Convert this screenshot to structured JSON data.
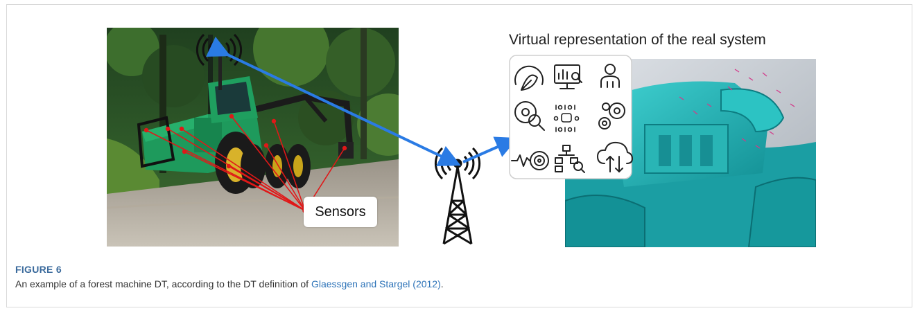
{
  "figure": {
    "heading": "Virtual representation of the real system",
    "sensors_label": "Sensors",
    "caption_label": "FIGURE 6",
    "caption_before": "An example of a forest machine DT, according to the DT definition of ",
    "caption_link": "Glaessgen and Stargel (2012)",
    "caption_after": "."
  },
  "colors": {
    "accent_link": "#2d73b8",
    "caption_label": "#3a6a9c",
    "signal_arrow": "#2a7be4",
    "sensor_lines": "#e01818",
    "machine_body": "#1e9a5c",
    "model_color": "#1fb8b8"
  },
  "icons": [
    "speedometer-leaf-icon",
    "monitor-analytics-icon",
    "user-icon",
    "gear-search-icon",
    "binary-data-icon",
    "gears-icon",
    "signal-target-icon",
    "hierarchy-search-icon",
    "cloud-sync-icon"
  ]
}
